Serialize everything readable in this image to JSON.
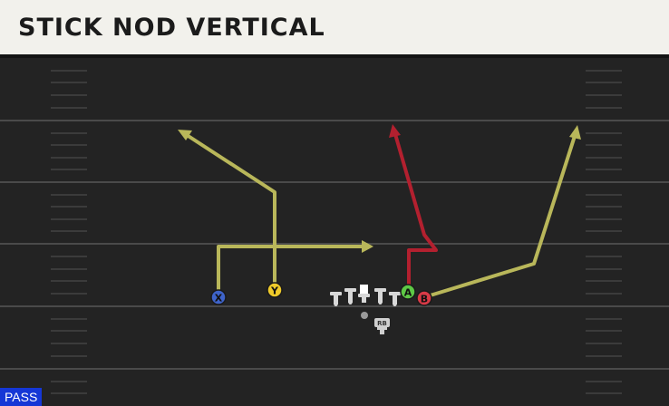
{
  "header": {
    "title": "STICK NOD VERTICAL"
  },
  "badge": {
    "label": "PASS"
  },
  "players": [
    {
      "label": "X",
      "color": "#3e63c9"
    },
    {
      "label": "Y",
      "color": "#f0cb2a"
    },
    {
      "label": "A",
      "color": "#5ec846"
    },
    {
      "label": "B",
      "color": "#d93a47"
    },
    {
      "label": "RB",
      "color": "#cfcfcf"
    }
  ],
  "colors": {
    "field": "#232323",
    "yard_line": "#4a4a4a",
    "route_primary": "#b9b75a",
    "route_secondary": "#b3202f",
    "lineman": "#d8d8d8"
  }
}
